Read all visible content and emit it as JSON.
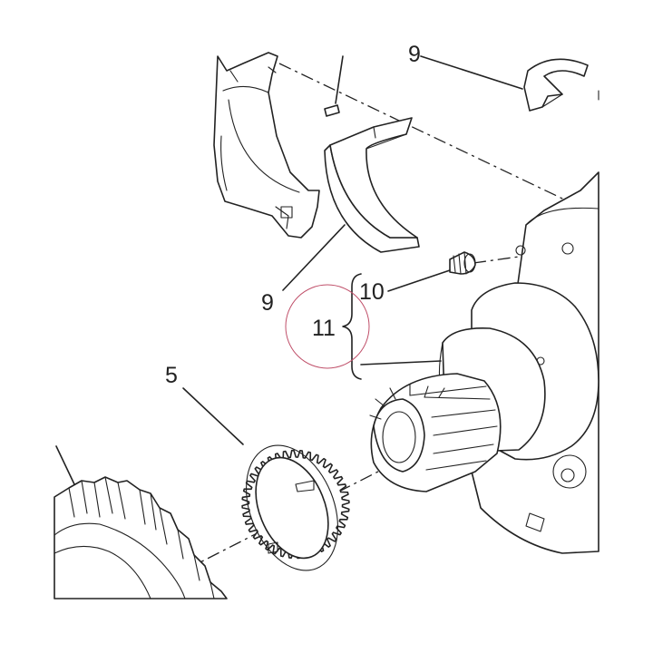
{
  "labels": {
    "part_5": "5",
    "part_9": "9",
    "part_10": "10",
    "part_11": "11",
    "part_top": "9"
  },
  "colors": {
    "line": "#222222",
    "highlight_circle": "#c0506a",
    "background": "#ffffff"
  }
}
